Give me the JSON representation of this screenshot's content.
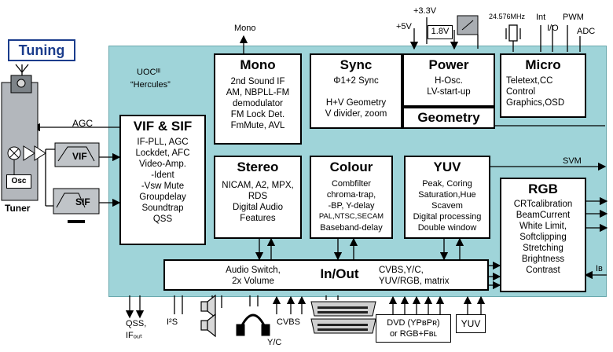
{
  "chip": {
    "line1": "UOCᴵᴵᴵ",
    "line2": "“Hercules”"
  },
  "tuning_label": "Tuning",
  "tuner_label": "Tuner",
  "osc_label": "Osc",
  "vif_filter_label": "VIF",
  "sif_filter_label": "SIF",
  "agc_label": "AGC",
  "blocks": {
    "mono": {
      "title": "Mono",
      "lines": [
        "2nd Sound IF",
        "AM, NBPLL-FM",
        "demodulator",
        "FM Lock Det.",
        "FmMute, AVL"
      ]
    },
    "sync": {
      "title": "Sync",
      "lines": [
        "Φ1+2 Sync",
        "H+V Geometry",
        "V divider, zoom"
      ]
    },
    "power": {
      "title": "Power",
      "lines": [
        "H-Osc.",
        "LV-start-up"
      ]
    },
    "micro": {
      "title": "Micro",
      "lines": [
        "Teletext,CC",
        "Control",
        "Graphics,OSD"
      ]
    },
    "geometry": {
      "title": "Geometry"
    },
    "vifsif": {
      "title": "VIF & SIF",
      "lines": [
        "IF-PLL, AGC",
        "Lockdet, AFC",
        "Video-Amp.",
        "-Ident",
        "-Vsw Mute",
        "Groupdelay",
        "Soundtrap",
        "QSS"
      ]
    },
    "stereo": {
      "title": "Stereo",
      "lines": [
        "NICAM, A2, MPX,",
        "RDS",
        "Digital Audio",
        "Features"
      ]
    },
    "colour": {
      "title": "Colour",
      "lines": [
        "Combfilter",
        "chroma-trap,",
        "-BP, Y-delay",
        "PAL,NTSC,SECAM",
        "Baseband-delay"
      ]
    },
    "yuv": {
      "title": "YUV",
      "lines": [
        "Peak, Coring",
        "Saturation,Hue",
        "Scavem",
        "Digital processing",
        "Double window"
      ]
    },
    "rgb": {
      "title": "RGB",
      "lines": [
        "CRTcalibration",
        "BeamCurrent",
        "White Limit,",
        "Softclipping",
        "Stretching",
        "Brightness",
        "Contrast"
      ]
    },
    "inout": {
      "title": "In/Out",
      "left_lines": [
        "Audio Switch,",
        "2x Volume"
      ],
      "right_lines": [
        "CVBS,Y/C,",
        "YUV/RGB, matrix"
      ]
    }
  },
  "signals": {
    "mono": "Mono",
    "v33": "+3.3V",
    "v5": "+5V",
    "v18": "1.8V",
    "xtal": "24.576MHz",
    "int": "Int",
    "io": "I/O",
    "pwm": "PWM",
    "adc": "ADC",
    "svm": "SVM",
    "ib": "Iʙ",
    "qss": "QSS,",
    "if_out": "IFₒᵤₜ",
    "i2s": "I²S",
    "cvbs": "CVBS",
    "yc": "Y/C",
    "dvd_line1": "DVD (YPʙPʀ)",
    "dvd_line2": "or RGB+Fʙʟ",
    "yuv": "YUV"
  },
  "colors": {
    "chip_bg": "#9fd4d9",
    "block_border": "#000000",
    "tuning_border": "#1a3c8c"
  }
}
